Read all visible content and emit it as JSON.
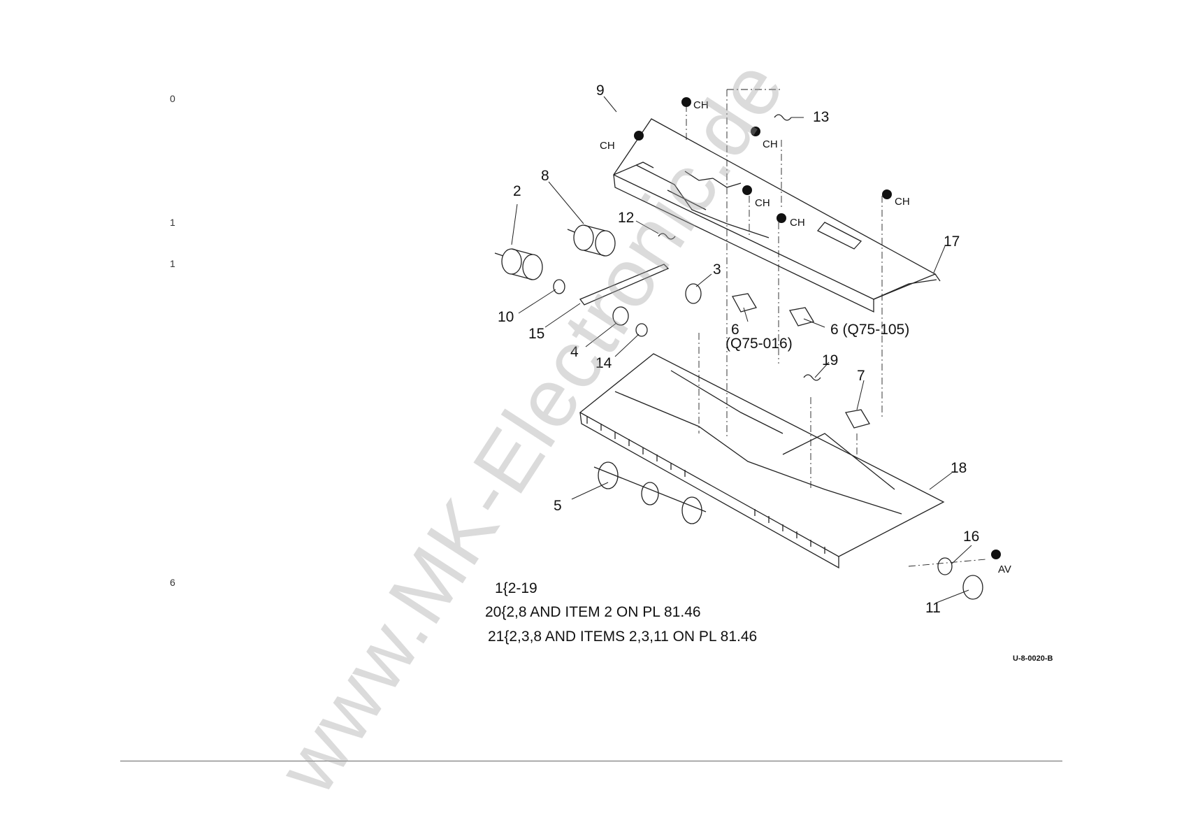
{
  "margin_numbers": [
    "0",
    "1",
    "1",
    "6"
  ],
  "callouts": [
    {
      "id": "c9",
      "label": "9"
    },
    {
      "id": "c13",
      "label": "13"
    },
    {
      "id": "c2",
      "label": "2"
    },
    {
      "id": "c8",
      "label": "8"
    },
    {
      "id": "c12",
      "label": "12"
    },
    {
      "id": "c17",
      "label": "17"
    },
    {
      "id": "c3",
      "label": "3"
    },
    {
      "id": "c10",
      "label": "10"
    },
    {
      "id": "c15",
      "label": "15"
    },
    {
      "id": "c4",
      "label": "4"
    },
    {
      "id": "c14",
      "label": "14"
    },
    {
      "id": "c6a",
      "label": "6"
    },
    {
      "id": "c6a_pn",
      "label": "(Q75-016)"
    },
    {
      "id": "c6b",
      "label": "6 (Q75-105)"
    },
    {
      "id": "c19",
      "label": "19"
    },
    {
      "id": "c7",
      "label": "7"
    },
    {
      "id": "c18",
      "label": "18"
    },
    {
      "id": "c5",
      "label": "5"
    },
    {
      "id": "c16",
      "label": "16"
    },
    {
      "id": "c11",
      "label": "11"
    }
  ],
  "fasteners": [
    {
      "id": "f1",
      "label": "CH"
    },
    {
      "id": "f2",
      "label": "CH"
    },
    {
      "id": "f3",
      "label": "CH"
    },
    {
      "id": "f4",
      "label": "CH"
    },
    {
      "id": "f5",
      "label": "CH"
    },
    {
      "id": "f6",
      "label": "CH"
    },
    {
      "id": "f7",
      "label": "AV"
    }
  ],
  "notes": [
    "1{2-19",
    "20{2,8 AND ITEM 2 ON PL 81.46",
    "21{2,3,8 AND ITEMS 2,3,11 ON PL 81.46"
  ],
  "figure_code": "U-8-0020-B",
  "watermark": "www.MK-Electronic.de"
}
